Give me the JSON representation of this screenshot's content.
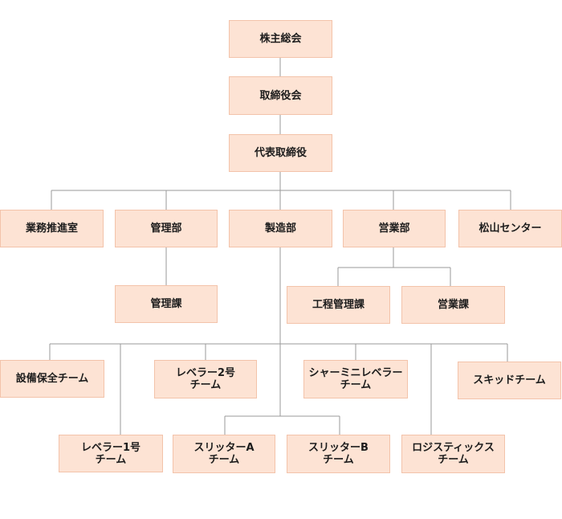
{
  "org_chart": {
    "nodes": [
      {
        "id": "shareholders",
        "label": "株主総会"
      },
      {
        "id": "board",
        "label": "取締役会"
      },
      {
        "id": "rep_director",
        "label": "代表取締役"
      },
      {
        "id": "business_promotion",
        "label": "業務推進室"
      },
      {
        "id": "management_dept",
        "label": "管理部"
      },
      {
        "id": "manufacturing_dept",
        "label": "製造部"
      },
      {
        "id": "sales_dept",
        "label": "営業部"
      },
      {
        "id": "matsuyama_center",
        "label": "松山センター"
      },
      {
        "id": "management_section",
        "label": "管理課"
      },
      {
        "id": "process_management_section",
        "label": "工程管理課"
      },
      {
        "id": "sales_section",
        "label": "営業課"
      },
      {
        "id": "maintenance_team",
        "label": "設備保全チーム"
      },
      {
        "id": "lever2_team",
        "label": "レベラー2号\nチーム"
      },
      {
        "id": "shear_mini_leveler_team",
        "label": "シャーミニレベラー\nチーム"
      },
      {
        "id": "skid_team",
        "label": "スキッドチーム"
      },
      {
        "id": "lever1_team",
        "label": "レベラー1号\nチーム"
      },
      {
        "id": "slitter_a_team",
        "label": "スリッターA\nチーム"
      },
      {
        "id": "slitter_b_team",
        "label": "スリッターB\nチーム"
      },
      {
        "id": "logistics_team",
        "label": "ロジスティックス\nチーム"
      }
    ],
    "edges": [
      [
        "shareholders",
        "board"
      ],
      [
        "board",
        "rep_director"
      ],
      [
        "rep_director",
        "business_promotion"
      ],
      [
        "rep_director",
        "management_dept"
      ],
      [
        "rep_director",
        "manufacturing_dept"
      ],
      [
        "rep_director",
        "sales_dept"
      ],
      [
        "rep_director",
        "matsuyama_center"
      ],
      [
        "management_dept",
        "management_section"
      ],
      [
        "sales_dept",
        "process_management_section"
      ],
      [
        "sales_dept",
        "sales_section"
      ],
      [
        "manufacturing_dept",
        "maintenance_team"
      ],
      [
        "manufacturing_dept",
        "lever2_team"
      ],
      [
        "manufacturing_dept",
        "shear_mini_leveler_team"
      ],
      [
        "manufacturing_dept",
        "skid_team"
      ],
      [
        "manufacturing_dept",
        "lever1_team"
      ],
      [
        "manufacturing_dept",
        "slitter_a_team"
      ],
      [
        "manufacturing_dept",
        "slitter_b_team"
      ],
      [
        "manufacturing_dept",
        "logistics_team"
      ]
    ]
  },
  "colors": {
    "node_fill": "#fde3d4",
    "node_border": "#f3c3aa",
    "line": "#9a9a9a",
    "text": "#1c1c1c"
  }
}
